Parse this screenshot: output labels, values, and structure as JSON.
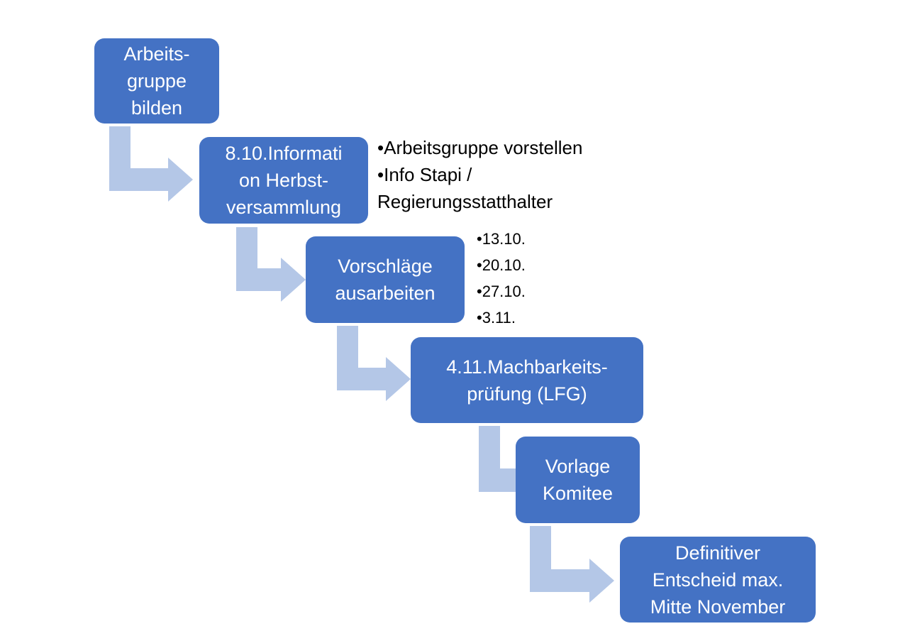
{
  "colors": {
    "box_fill": "#4472c4",
    "box_text": "#ffffff",
    "arrow_fill": "#b4c7e7",
    "notes_text": "#000000"
  },
  "steps": [
    {
      "label": "Arbeits-\ngruppe\nbilden"
    },
    {
      "label": "8.10.Informati\non Herbst-\nversammlung"
    },
    {
      "label": "Vorschläge\nausarbeiten"
    },
    {
      "label": "4.11.Machbarkeits-\nprüfung (LFG)"
    },
    {
      "label": "Vorlage\nKomitee"
    },
    {
      "label": "Definitiver\nEntscheid max.\nMitte November"
    }
  ],
  "notes_step2": [
    "•Arbeitsgruppe vorstellen",
    "•Info Stapi /\n Regierungsstatthalter"
  ],
  "notes_step3": [
    "•13.10.",
    "•20.10.",
    "•27.10.",
    "•3.11."
  ]
}
